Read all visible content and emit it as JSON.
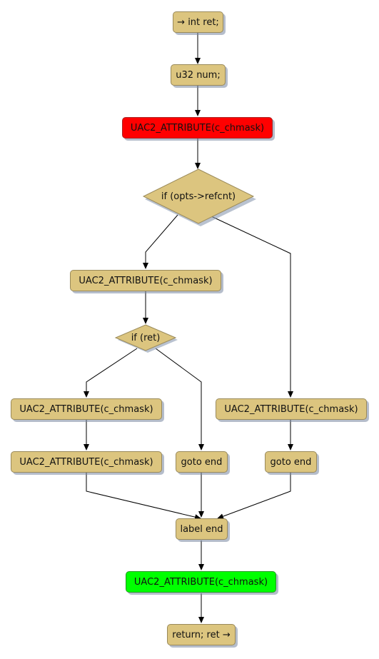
{
  "colors": {
    "node_fill": "#dcc57f",
    "start_highlight": "#ff0000",
    "end_highlight": "#00ff00",
    "edge": "#000000"
  },
  "nodes": {
    "n1": "→ int ret;",
    "n2": "u32 num;",
    "n3": "UAC2_ATTRIBUTE(c_chmask)",
    "d1": "if (opts->refcnt)",
    "n4": "UAC2_ATTRIBUTE(c_chmask)",
    "d2": "if (ret)",
    "n5": "UAC2_ATTRIBUTE(c_chmask)",
    "n6": "UAC2_ATTRIBUTE(c_chmask)",
    "n7": "goto end",
    "n8": "UAC2_ATTRIBUTE(c_chmask)",
    "n9": "goto end",
    "n10": "label end",
    "n11": "UAC2_ATTRIBUTE(c_chmask)",
    "n12": "return; ret →"
  }
}
